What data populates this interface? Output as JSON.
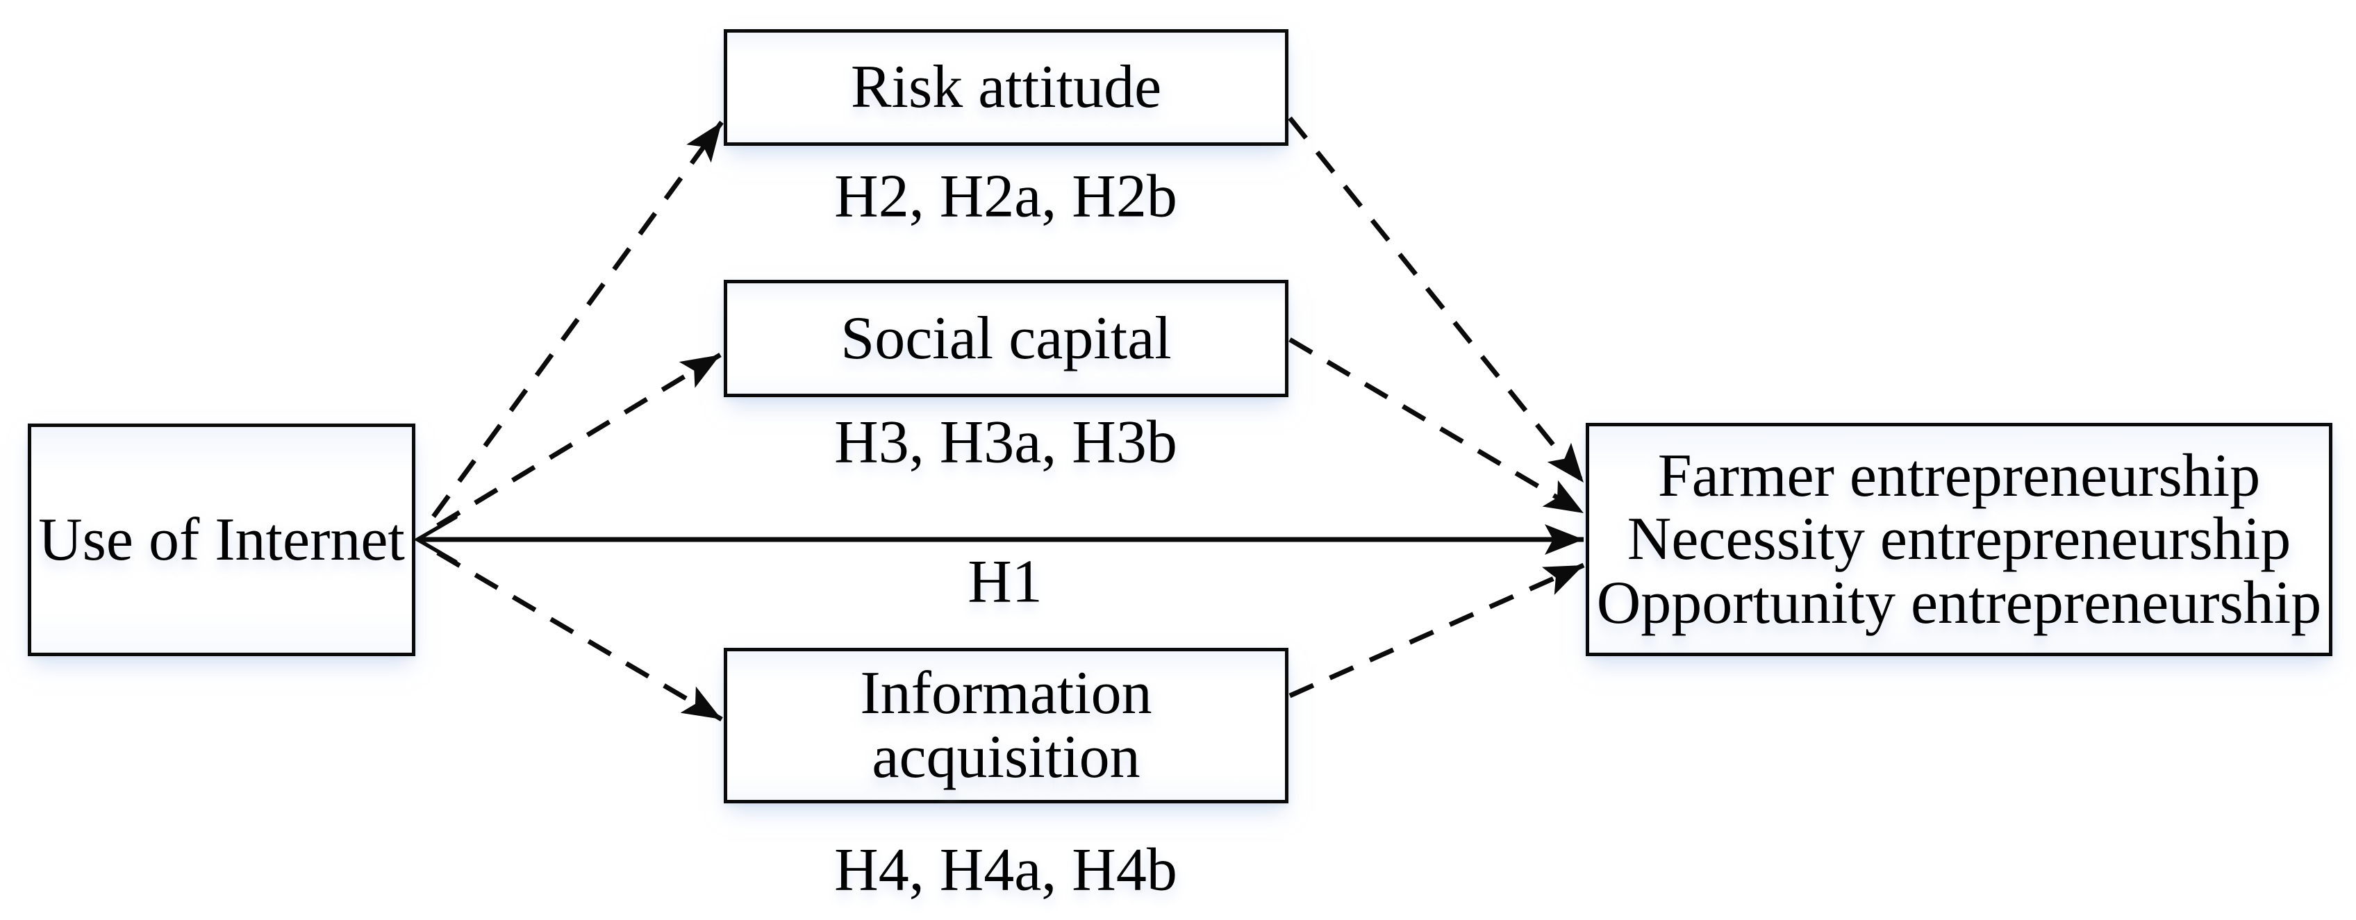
{
  "figure": {
    "background_color": "#ffffff",
    "line_color": "#000000",
    "nodes": {
      "use_of_internet": {
        "label": "Use of Internet"
      },
      "risk_attitude": {
        "label": "Risk attitude"
      },
      "social_capital": {
        "label": "Social capital"
      },
      "information_acquisition": {
        "label": "Information acquisition"
      },
      "farmer_entrepreneurship": {
        "lines": [
          "Farmer entrepreneurship",
          "Necessity entrepreneurship",
          "Opportunity entrepreneurship"
        ]
      }
    },
    "hypothesis_labels": {
      "h1": "H1",
      "h2": "H2, H2a, H2b",
      "h3": "H3, H3a, H3b",
      "h4": "H4, H4a, H4b"
    },
    "edges": [
      {
        "from": "use_of_internet",
        "to": "risk_attitude",
        "style": "dashed"
      },
      {
        "from": "use_of_internet",
        "to": "social_capital",
        "style": "dashed"
      },
      {
        "from": "use_of_internet",
        "to": "information_acquisition",
        "style": "dashed"
      },
      {
        "from": "use_of_internet",
        "to": "farmer_entrepreneurship",
        "style": "solid",
        "label": "H1",
        "double_headed": true
      },
      {
        "from": "risk_attitude",
        "to": "farmer_entrepreneurship",
        "style": "dashed"
      },
      {
        "from": "social_capital",
        "to": "farmer_entrepreneurship",
        "style": "dashed"
      },
      {
        "from": "information_acquisition",
        "to": "farmer_entrepreneurship",
        "style": "dashed"
      }
    ]
  }
}
